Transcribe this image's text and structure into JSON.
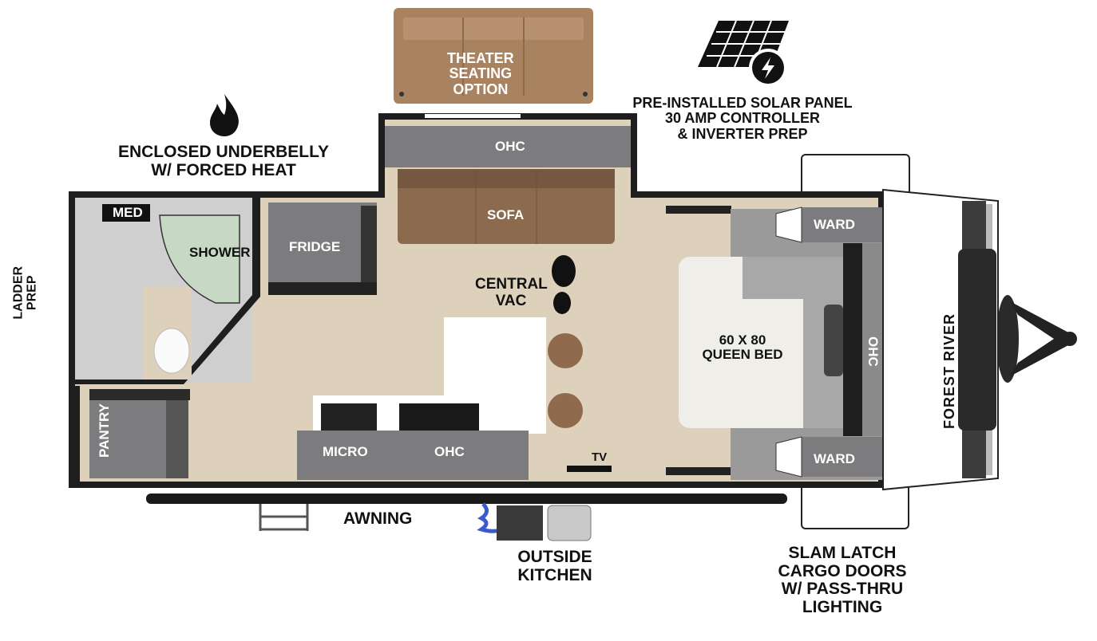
{
  "labels": {
    "theater_seating": [
      "THEATER",
      "SEATING",
      "OPTION"
    ],
    "solar": [
      "PRE-INSTALLED SOLAR PANEL",
      "30 AMP CONTROLLER",
      "& INVERTER PREP"
    ],
    "underbelly": [
      "ENCLOSED UNDERBELLY",
      "W/ FORCED HEAT"
    ],
    "ladder_prep": [
      "LADDER",
      "PREP"
    ],
    "med": "MED",
    "shower": "SHOWER",
    "fridge": "FRIDGE",
    "ohc_slide": "OHC",
    "sofa": "SOFA",
    "central_vac": [
      "CENTRAL",
      "VAC"
    ],
    "pantry": "PANTRY",
    "micro": "MICRO",
    "ohc_kitchen": "OHC",
    "tv": "TV",
    "bed": [
      "60 X 80",
      "QUEEN BED"
    ],
    "ward_top": "WARD",
    "ward_bottom": "WARD",
    "ohc_front": "OHC",
    "brand": "FOREST RIVER",
    "awning": "AWNING",
    "outside_kitchen": [
      "OUTSIDE",
      "KITCHEN"
    ],
    "cargo_doors": [
      "SLAM LATCH",
      "CARGO DOORS",
      "W/ PASS-THRU",
      "LIGHTING"
    ]
  },
  "icons": {
    "flame": "flame-icon",
    "solar": "solar-panel-icon",
    "vac": "boot-print-icon"
  },
  "colors": {
    "wall": "#1e1e1e",
    "floor": "#ddd1bb",
    "cabinet": "#7c7c7e",
    "sofa": "#8b6a4e",
    "theater": "#a9835f",
    "bath": "#c9c9c9"
  }
}
